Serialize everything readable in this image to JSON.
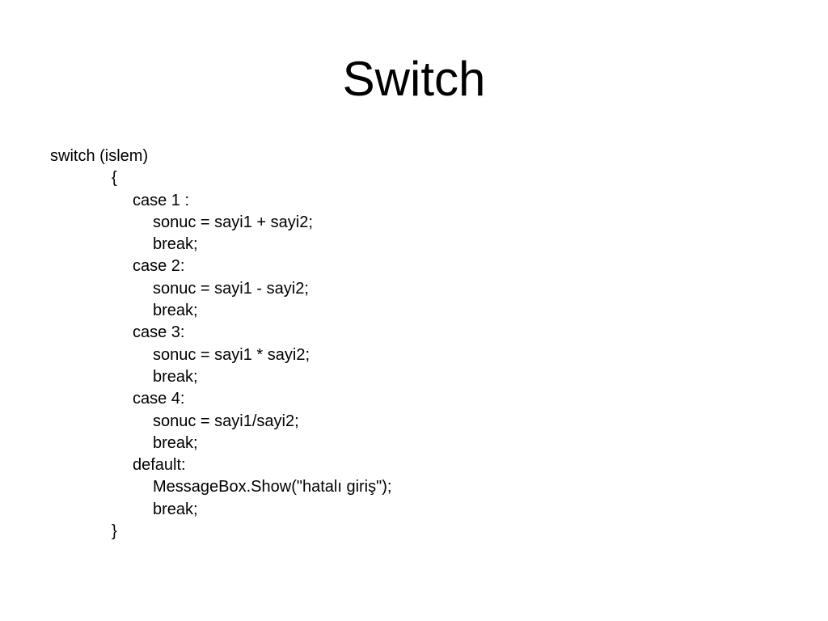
{
  "slide": {
    "title": "Switch",
    "code_lines": [
      {
        "text": "switch (islem)",
        "indent": 0
      },
      {
        "text": "{",
        "indent": 1
      },
      {
        "text": "case 1 :",
        "indent": 2
      },
      {
        "text": "sonuc = sayi1 + sayi2;",
        "indent": 3
      },
      {
        "text": "break;",
        "indent": 3
      },
      {
        "text": "case 2:",
        "indent": 2
      },
      {
        "text": "sonuc = sayi1 - sayi2;",
        "indent": 3
      },
      {
        "text": "break;",
        "indent": 3
      },
      {
        "text": "case 3:",
        "indent": 2
      },
      {
        "text": "sonuc = sayi1 * sayi2;",
        "indent": 3
      },
      {
        "text": "break;",
        "indent": 3
      },
      {
        "text": "case 4:",
        "indent": 2
      },
      {
        "text": "sonuc = sayi1/sayi2;",
        "indent": 3
      },
      {
        "text": "break;",
        "indent": 3
      },
      {
        "text": "default:",
        "indent": 2
      },
      {
        "text": "MessageBox.Show(\"hatalı giriş\");",
        "indent": 3
      },
      {
        "text": "break;",
        "indent": 3
      },
      {
        "text": "}",
        "indent": 1
      }
    ]
  }
}
